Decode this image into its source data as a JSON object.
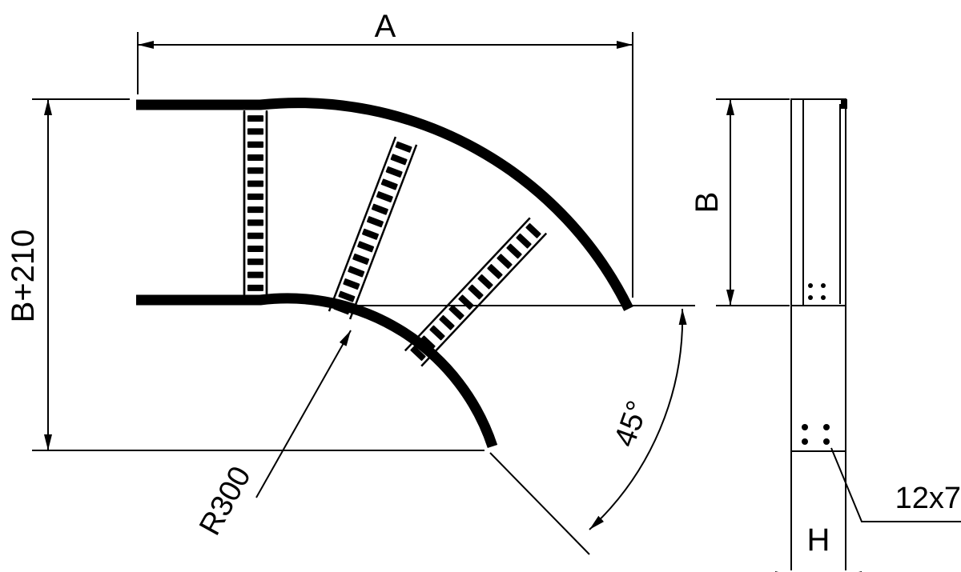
{
  "labels": {
    "width_a": "A",
    "height_b210": "B+210",
    "radius": "R300",
    "angle": "45°",
    "side_b": "B",
    "side_h": "H",
    "hole": "12x7"
  },
  "colors": {
    "ink": "#000000",
    "paper": "#ffffff"
  }
}
